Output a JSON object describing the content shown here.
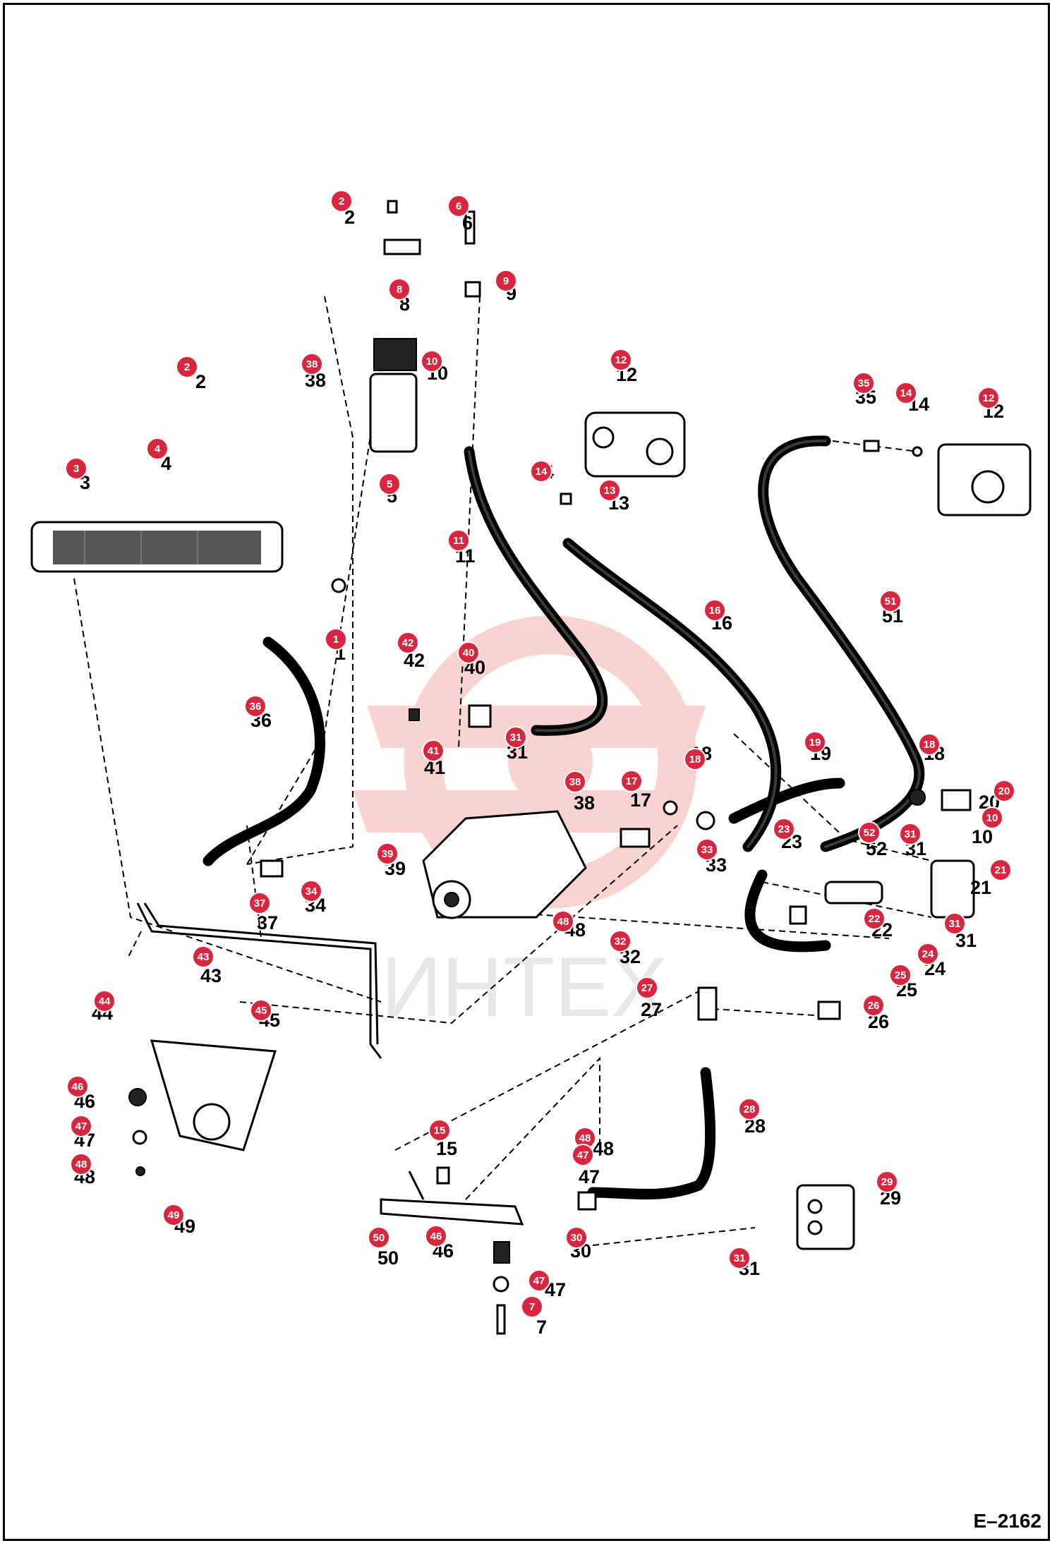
{
  "figure_ref": "E–2162",
  "watermark": "ИНТЕХ",
  "colors": {
    "callout": "#d7263d",
    "watermark": "#f4b6b6",
    "line": "#000000"
  },
  "labels": [
    {
      "id": "c2a",
      "n": "2"
    },
    {
      "id": "c6",
      "n": "6"
    },
    {
      "id": "c8",
      "n": "8"
    },
    {
      "id": "c9",
      "n": "9"
    },
    {
      "id": "c38a",
      "n": "38"
    },
    {
      "id": "c10a",
      "n": "10"
    },
    {
      "id": "c2b",
      "n": "2"
    },
    {
      "id": "c4",
      "n": "4"
    },
    {
      "id": "c5",
      "n": "5"
    },
    {
      "id": "c3",
      "n": "3"
    },
    {
      "id": "c12a",
      "n": "12"
    },
    {
      "id": "c14a",
      "n": "14"
    },
    {
      "id": "c13",
      "n": "13"
    },
    {
      "id": "c35",
      "n": "35"
    },
    {
      "id": "c14b",
      "n": "14"
    },
    {
      "id": "c12b",
      "n": "12"
    },
    {
      "id": "c11",
      "n": "11"
    },
    {
      "id": "c16",
      "n": "16"
    },
    {
      "id": "c51",
      "n": "51"
    },
    {
      "id": "c1",
      "n": "1"
    },
    {
      "id": "c42",
      "n": "42"
    },
    {
      "id": "c40",
      "n": "40"
    },
    {
      "id": "c36",
      "n": "36"
    },
    {
      "id": "c41",
      "n": "41"
    },
    {
      "id": "c31a",
      "n": "31"
    },
    {
      "id": "c38b",
      "n": "38"
    },
    {
      "id": "c17",
      "n": "17"
    },
    {
      "id": "c18a",
      "n": "18"
    },
    {
      "id": "c19",
      "n": "19"
    },
    {
      "id": "c18b",
      "n": "18"
    },
    {
      "id": "c20",
      "n": "20"
    },
    {
      "id": "c10b",
      "n": "10"
    },
    {
      "id": "c39",
      "n": "39"
    },
    {
      "id": "c33",
      "n": "33"
    },
    {
      "id": "c23",
      "n": "23"
    },
    {
      "id": "c52",
      "n": "52"
    },
    {
      "id": "c31b",
      "n": "31"
    },
    {
      "id": "c21",
      "n": "21"
    },
    {
      "id": "c37",
      "n": "37"
    },
    {
      "id": "c34",
      "n": "34"
    },
    {
      "id": "c48a",
      "n": "48"
    },
    {
      "id": "c22",
      "n": "22"
    },
    {
      "id": "c31c",
      "n": "31"
    },
    {
      "id": "c32",
      "n": "32"
    },
    {
      "id": "c24",
      "n": "24"
    },
    {
      "id": "c43",
      "n": "43"
    },
    {
      "id": "c25",
      "n": "25"
    },
    {
      "id": "c27",
      "n": "27"
    },
    {
      "id": "c26",
      "n": "26"
    },
    {
      "id": "c44",
      "n": "44"
    },
    {
      "id": "c45",
      "n": "45"
    },
    {
      "id": "c46a",
      "n": "46"
    },
    {
      "id": "c28",
      "n": "28"
    },
    {
      "id": "c47a",
      "n": "47"
    },
    {
      "id": "c15",
      "n": "15"
    },
    {
      "id": "c48b",
      "n": "48"
    },
    {
      "id": "c47b",
      "n": "47"
    },
    {
      "id": "c48c",
      "n": "48"
    },
    {
      "id": "c29",
      "n": "29"
    },
    {
      "id": "c49",
      "n": "49"
    },
    {
      "id": "c50",
      "n": "50"
    },
    {
      "id": "c46b",
      "n": "46"
    },
    {
      "id": "c30",
      "n": "30"
    },
    {
      "id": "c31d",
      "n": "31"
    },
    {
      "id": "c47c",
      "n": "47"
    },
    {
      "id": "c7",
      "n": "7"
    }
  ],
  "plain_labels": [
    {
      "id": "p2a",
      "n": "2"
    },
    {
      "id": "p6",
      "n": "6"
    },
    {
      "id": "p8",
      "n": "8"
    },
    {
      "id": "p9",
      "n": "9"
    },
    {
      "id": "p38",
      "n": "38"
    },
    {
      "id": "p10",
      "n": "10"
    },
    {
      "id": "p2b",
      "n": "2"
    },
    {
      "id": "p4",
      "n": "4"
    },
    {
      "id": "p5",
      "n": "5"
    },
    {
      "id": "p3",
      "n": "3"
    },
    {
      "id": "p12a",
      "n": "12"
    },
    {
      "id": "p14a",
      "n": "14"
    },
    {
      "id": "p13",
      "n": "13"
    },
    {
      "id": "p35",
      "n": "35"
    },
    {
      "id": "p14b",
      "n": "14"
    },
    {
      "id": "p12b",
      "n": "12"
    },
    {
      "id": "p11",
      "n": "11"
    },
    {
      "id": "p16",
      "n": "16"
    },
    {
      "id": "p51",
      "n": "51"
    },
    {
      "id": "p1",
      "n": "1"
    },
    {
      "id": "p42",
      "n": "42"
    },
    {
      "id": "p40",
      "n": "40"
    },
    {
      "id": "p36",
      "n": "36"
    },
    {
      "id": "p41",
      "n": "41"
    },
    {
      "id": "p31a",
      "n": "31"
    },
    {
      "id": "p38b",
      "n": "38"
    },
    {
      "id": "p17",
      "n": "17"
    },
    {
      "id": "p18a",
      "n": "18"
    },
    {
      "id": "p19",
      "n": "19"
    },
    {
      "id": "p18b",
      "n": "18"
    },
    {
      "id": "p20",
      "n": "20"
    },
    {
      "id": "p10b",
      "n": "10"
    },
    {
      "id": "p39",
      "n": "39"
    },
    {
      "id": "p33",
      "n": "33"
    },
    {
      "id": "p23",
      "n": "23"
    },
    {
      "id": "p52",
      "n": "52"
    },
    {
      "id": "p31b",
      "n": "31"
    },
    {
      "id": "p21",
      "n": "21"
    },
    {
      "id": "p37",
      "n": "37"
    },
    {
      "id": "p34",
      "n": "34"
    },
    {
      "id": "p48a",
      "n": "48"
    },
    {
      "id": "p22",
      "n": "22"
    },
    {
      "id": "p31c",
      "n": "31"
    },
    {
      "id": "p32",
      "n": "32"
    },
    {
      "id": "p24",
      "n": "24"
    },
    {
      "id": "p43",
      "n": "43"
    },
    {
      "id": "p25",
      "n": "25"
    },
    {
      "id": "p27",
      "n": "27"
    },
    {
      "id": "p26",
      "n": "26"
    },
    {
      "id": "p44",
      "n": "44"
    },
    {
      "id": "p45",
      "n": "45"
    },
    {
      "id": "p46a",
      "n": "46"
    },
    {
      "id": "p28",
      "n": "28"
    },
    {
      "id": "p47a",
      "n": "47"
    },
    {
      "id": "p15",
      "n": "15"
    },
    {
      "id": "p48b",
      "n": "48"
    },
    {
      "id": "p47b",
      "n": "47"
    },
    {
      "id": "p48c",
      "n": "48"
    },
    {
      "id": "p29",
      "n": "29"
    },
    {
      "id": "p49",
      "n": "49"
    },
    {
      "id": "p50",
      "n": "50"
    },
    {
      "id": "p46b",
      "n": "46"
    },
    {
      "id": "p30",
      "n": "30"
    },
    {
      "id": "p31d",
      "n": "31"
    },
    {
      "id": "p47c",
      "n": "47"
    },
    {
      "id": "p7",
      "n": "7"
    }
  ]
}
